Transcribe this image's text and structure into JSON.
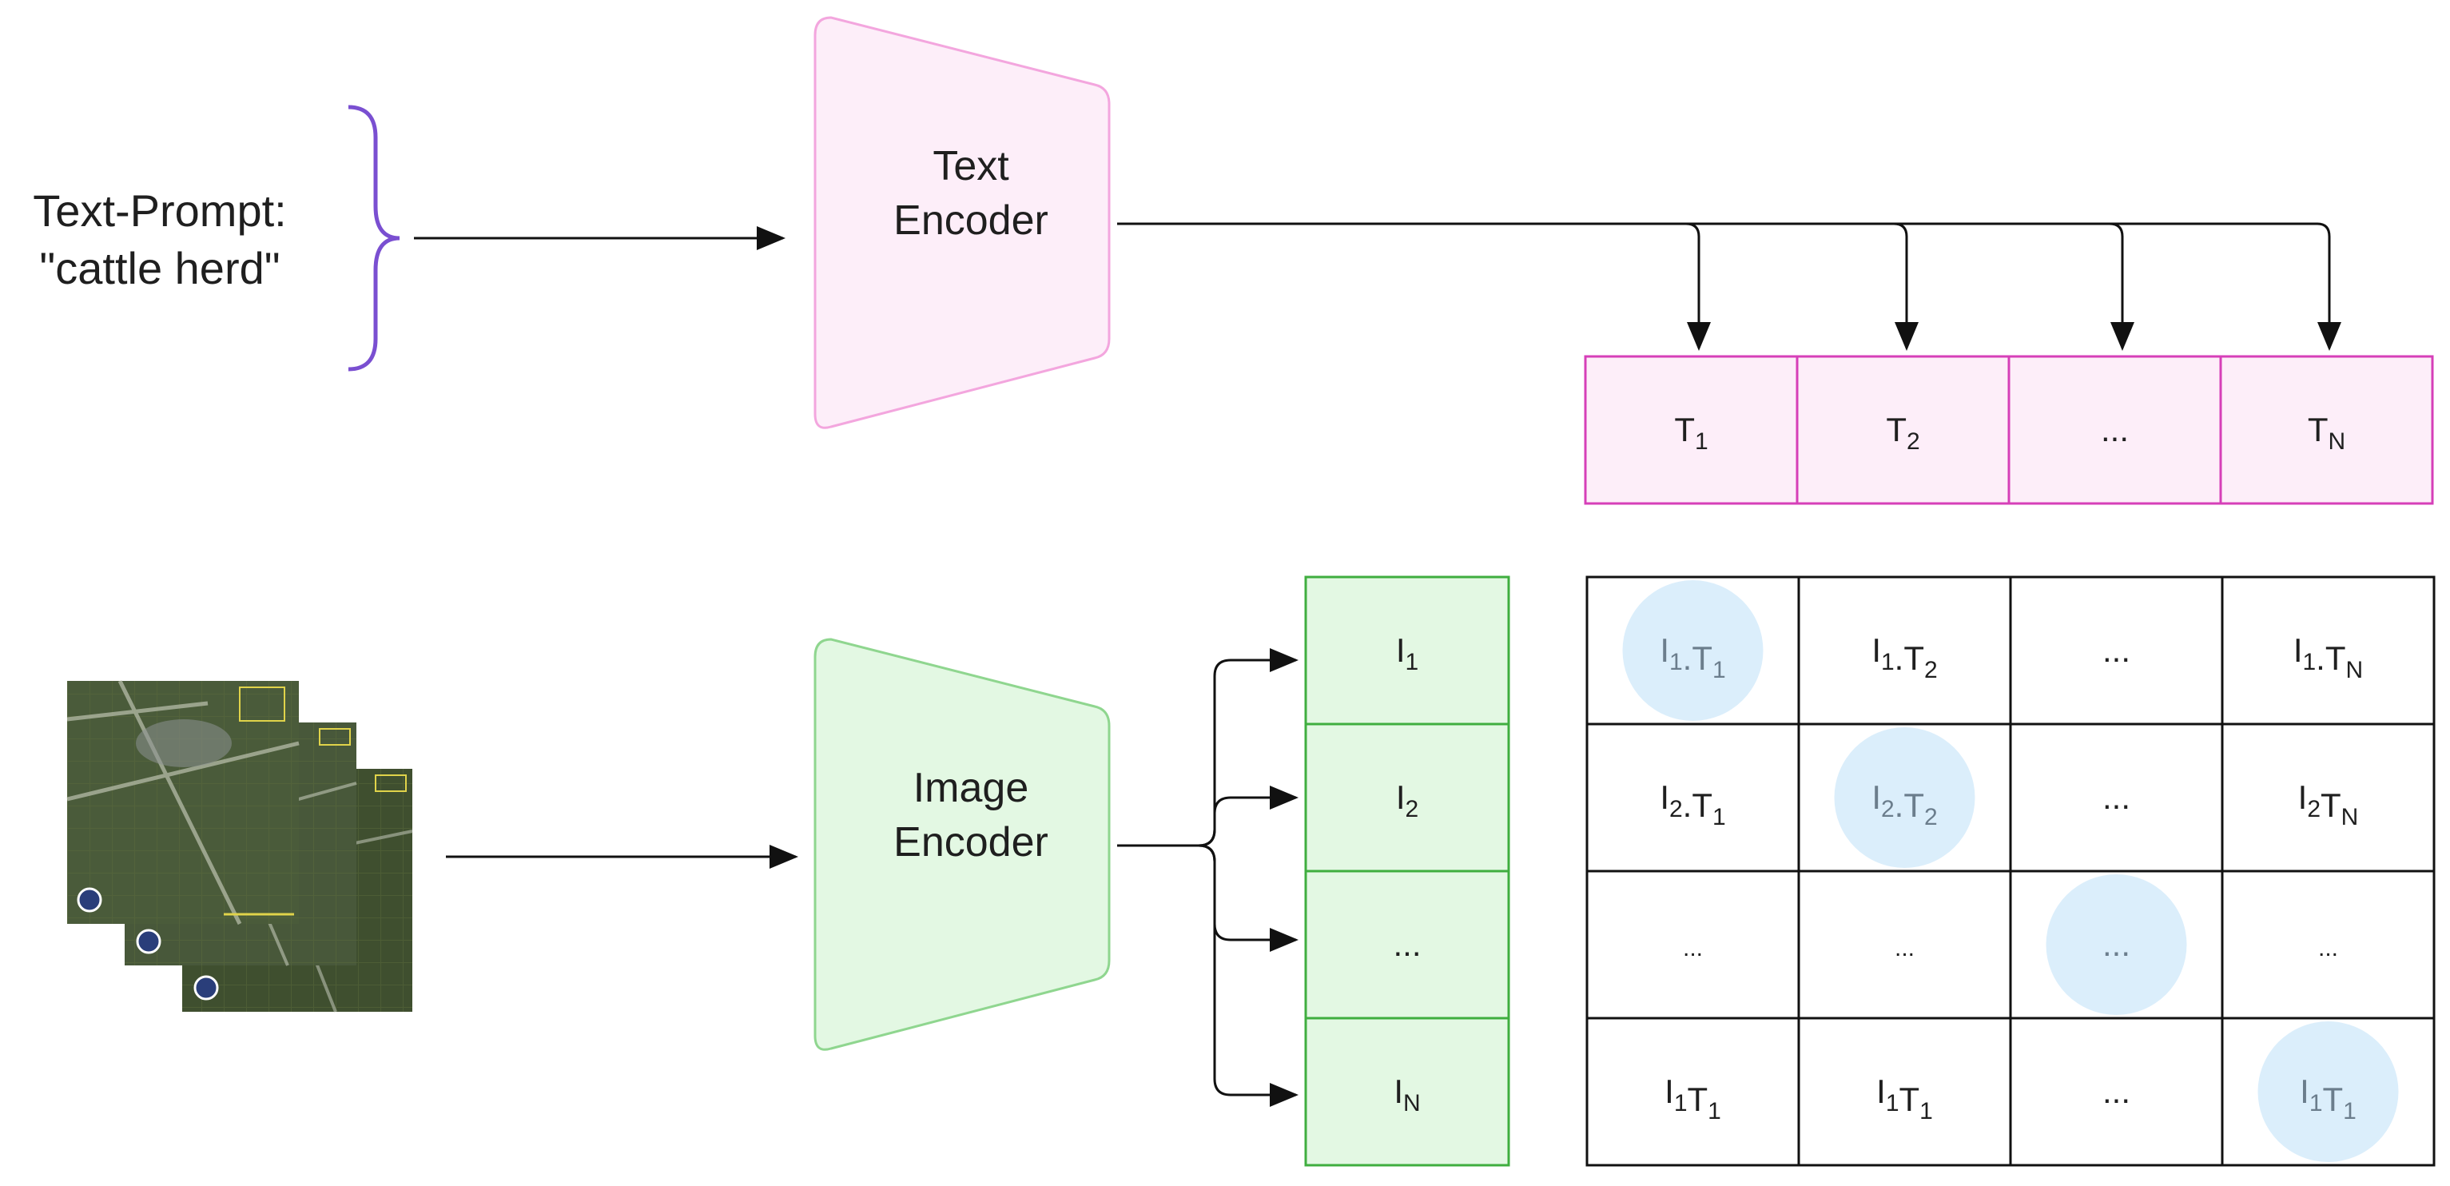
{
  "prompt": {
    "line1": "Text-Prompt:",
    "line2": "\"cattle herd\""
  },
  "text_encoder": {
    "line1": "Text",
    "line2": "Encoder"
  },
  "image_encoder": {
    "line1": "Image",
    "line2": "Encoder"
  },
  "text_embeddings": [
    {
      "base": "T",
      "sub": "1"
    },
    {
      "base": "T",
      "sub": "2"
    },
    {
      "base": "...",
      "sub": ""
    },
    {
      "base": "T",
      "sub": "N"
    }
  ],
  "image_embeddings": [
    {
      "base": "I",
      "sub": "1"
    },
    {
      "base": "I",
      "sub": "2"
    },
    {
      "base": "...",
      "sub": ""
    },
    {
      "base": "I",
      "sub": "N"
    }
  ],
  "matrix": [
    [
      {
        "parts": [
          [
            "I",
            "1"
          ],
          [
            ".T",
            "1"
          ]
        ],
        "highlight": true
      },
      {
        "parts": [
          [
            "I",
            "1"
          ],
          [
            ".T",
            "2"
          ]
        ],
        "highlight": false
      },
      {
        "parts": [
          [
            "...",
            ""
          ]
        ],
        "highlight": false
      },
      {
        "parts": [
          [
            "I",
            "1"
          ],
          [
            ".T",
            "N"
          ]
        ],
        "highlight": false
      }
    ],
    [
      {
        "parts": [
          [
            "I",
            "2"
          ],
          [
            ".T",
            "1"
          ]
        ],
        "highlight": false
      },
      {
        "parts": [
          [
            "I",
            "2"
          ],
          [
            ".T",
            "2"
          ]
        ],
        "highlight": true
      },
      {
        "parts": [
          [
            "...",
            ""
          ]
        ],
        "highlight": false
      },
      {
        "parts": [
          [
            "I",
            "2"
          ],
          [
            "T",
            "N"
          ]
        ],
        "highlight": false
      }
    ],
    [
      {
        "parts": [
          [
            "...",
            ""
          ]
        ],
        "highlight": false,
        "small": true
      },
      {
        "parts": [
          [
            "...",
            ""
          ]
        ],
        "highlight": false,
        "small": true
      },
      {
        "parts": [
          [
            "...",
            ""
          ]
        ],
        "highlight": true
      },
      {
        "parts": [
          [
            "...",
            ""
          ]
        ],
        "highlight": false,
        "small": true
      }
    ],
    [
      {
        "parts": [
          [
            "I",
            "1"
          ],
          [
            "T",
            "1"
          ]
        ],
        "highlight": false
      },
      {
        "parts": [
          [
            "I",
            "1"
          ],
          [
            "T",
            "1"
          ]
        ],
        "highlight": false
      },
      {
        "parts": [
          [
            "...",
            ""
          ]
        ],
        "highlight": false
      },
      {
        "parts": [
          [
            "I",
            "1"
          ],
          [
            "T",
            "1"
          ]
        ],
        "highlight": true
      }
    ]
  ],
  "colors": {
    "text_encoder_fill": "#fdeef9",
    "text_encoder_stroke": "#f3a6de",
    "text_cells_fill": "#fdeef9",
    "text_cells_stroke": "#d63fb8",
    "image_encoder_fill": "#e3f8e3",
    "image_encoder_stroke": "#8fd68f",
    "image_cells_fill": "#e3f8e3",
    "image_cells_stroke": "#3fae3f",
    "brace": "#7a4fd1",
    "highlight": "#dbeefb",
    "arrow": "#111111"
  }
}
